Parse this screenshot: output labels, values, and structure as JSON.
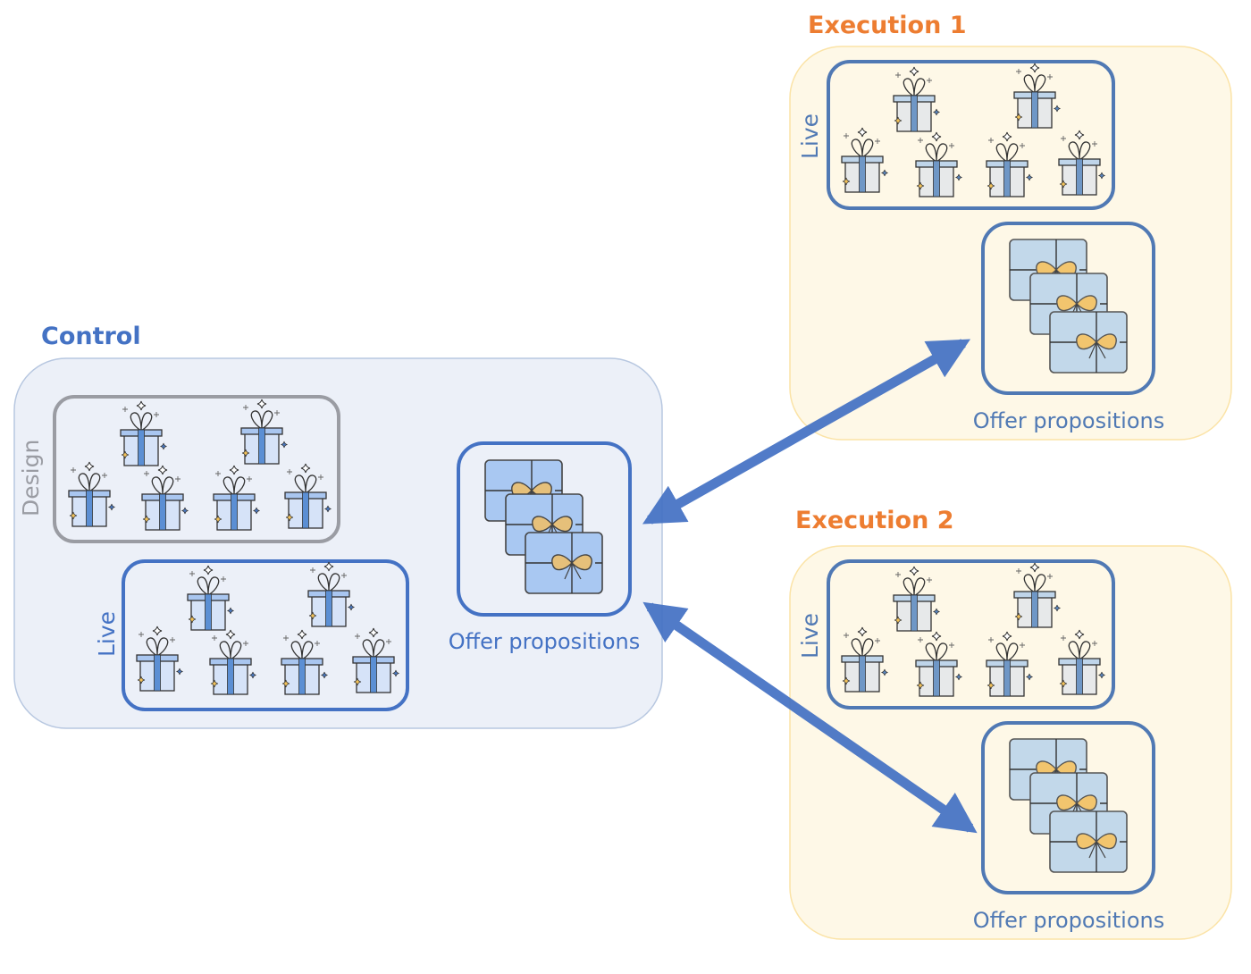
{
  "colors": {
    "control_accent": "#4472c4",
    "execution_accent": "#ed7d31",
    "execution_border": "#5079b4",
    "design_border": "#9a9ca3",
    "control_panel_fill": "#ecf0f8",
    "execution_panel_fill": "#fef8e7",
    "arrow": "#4472c4"
  },
  "control": {
    "title": "Control",
    "design_label": "Design",
    "live_label": "Live",
    "offer_label": "Offer propositions",
    "design_gift_count": 6,
    "live_gift_count": 6,
    "offer_card_count": 3
  },
  "executions": [
    {
      "title": "Execution 1",
      "live_label": "Live",
      "offer_label": "Offer propositions",
      "live_gift_count": 6,
      "offer_card_count": 3
    },
    {
      "title": "Execution 2",
      "live_label": "Live",
      "offer_label": "Offer propositions",
      "live_gift_count": 6,
      "offer_card_count": 3
    }
  ],
  "connections": [
    {
      "from": "control.offer_propositions",
      "to": "execution_1.offer_propositions",
      "type": "bidirectional"
    },
    {
      "from": "control.offer_propositions",
      "to": "execution_2.offer_propositions",
      "type": "bidirectional"
    }
  ],
  "icons": {
    "gift": "gift-box-icon",
    "offer_stack": "gift-card-stack-icon",
    "sparkle": "sparkle-icon"
  }
}
